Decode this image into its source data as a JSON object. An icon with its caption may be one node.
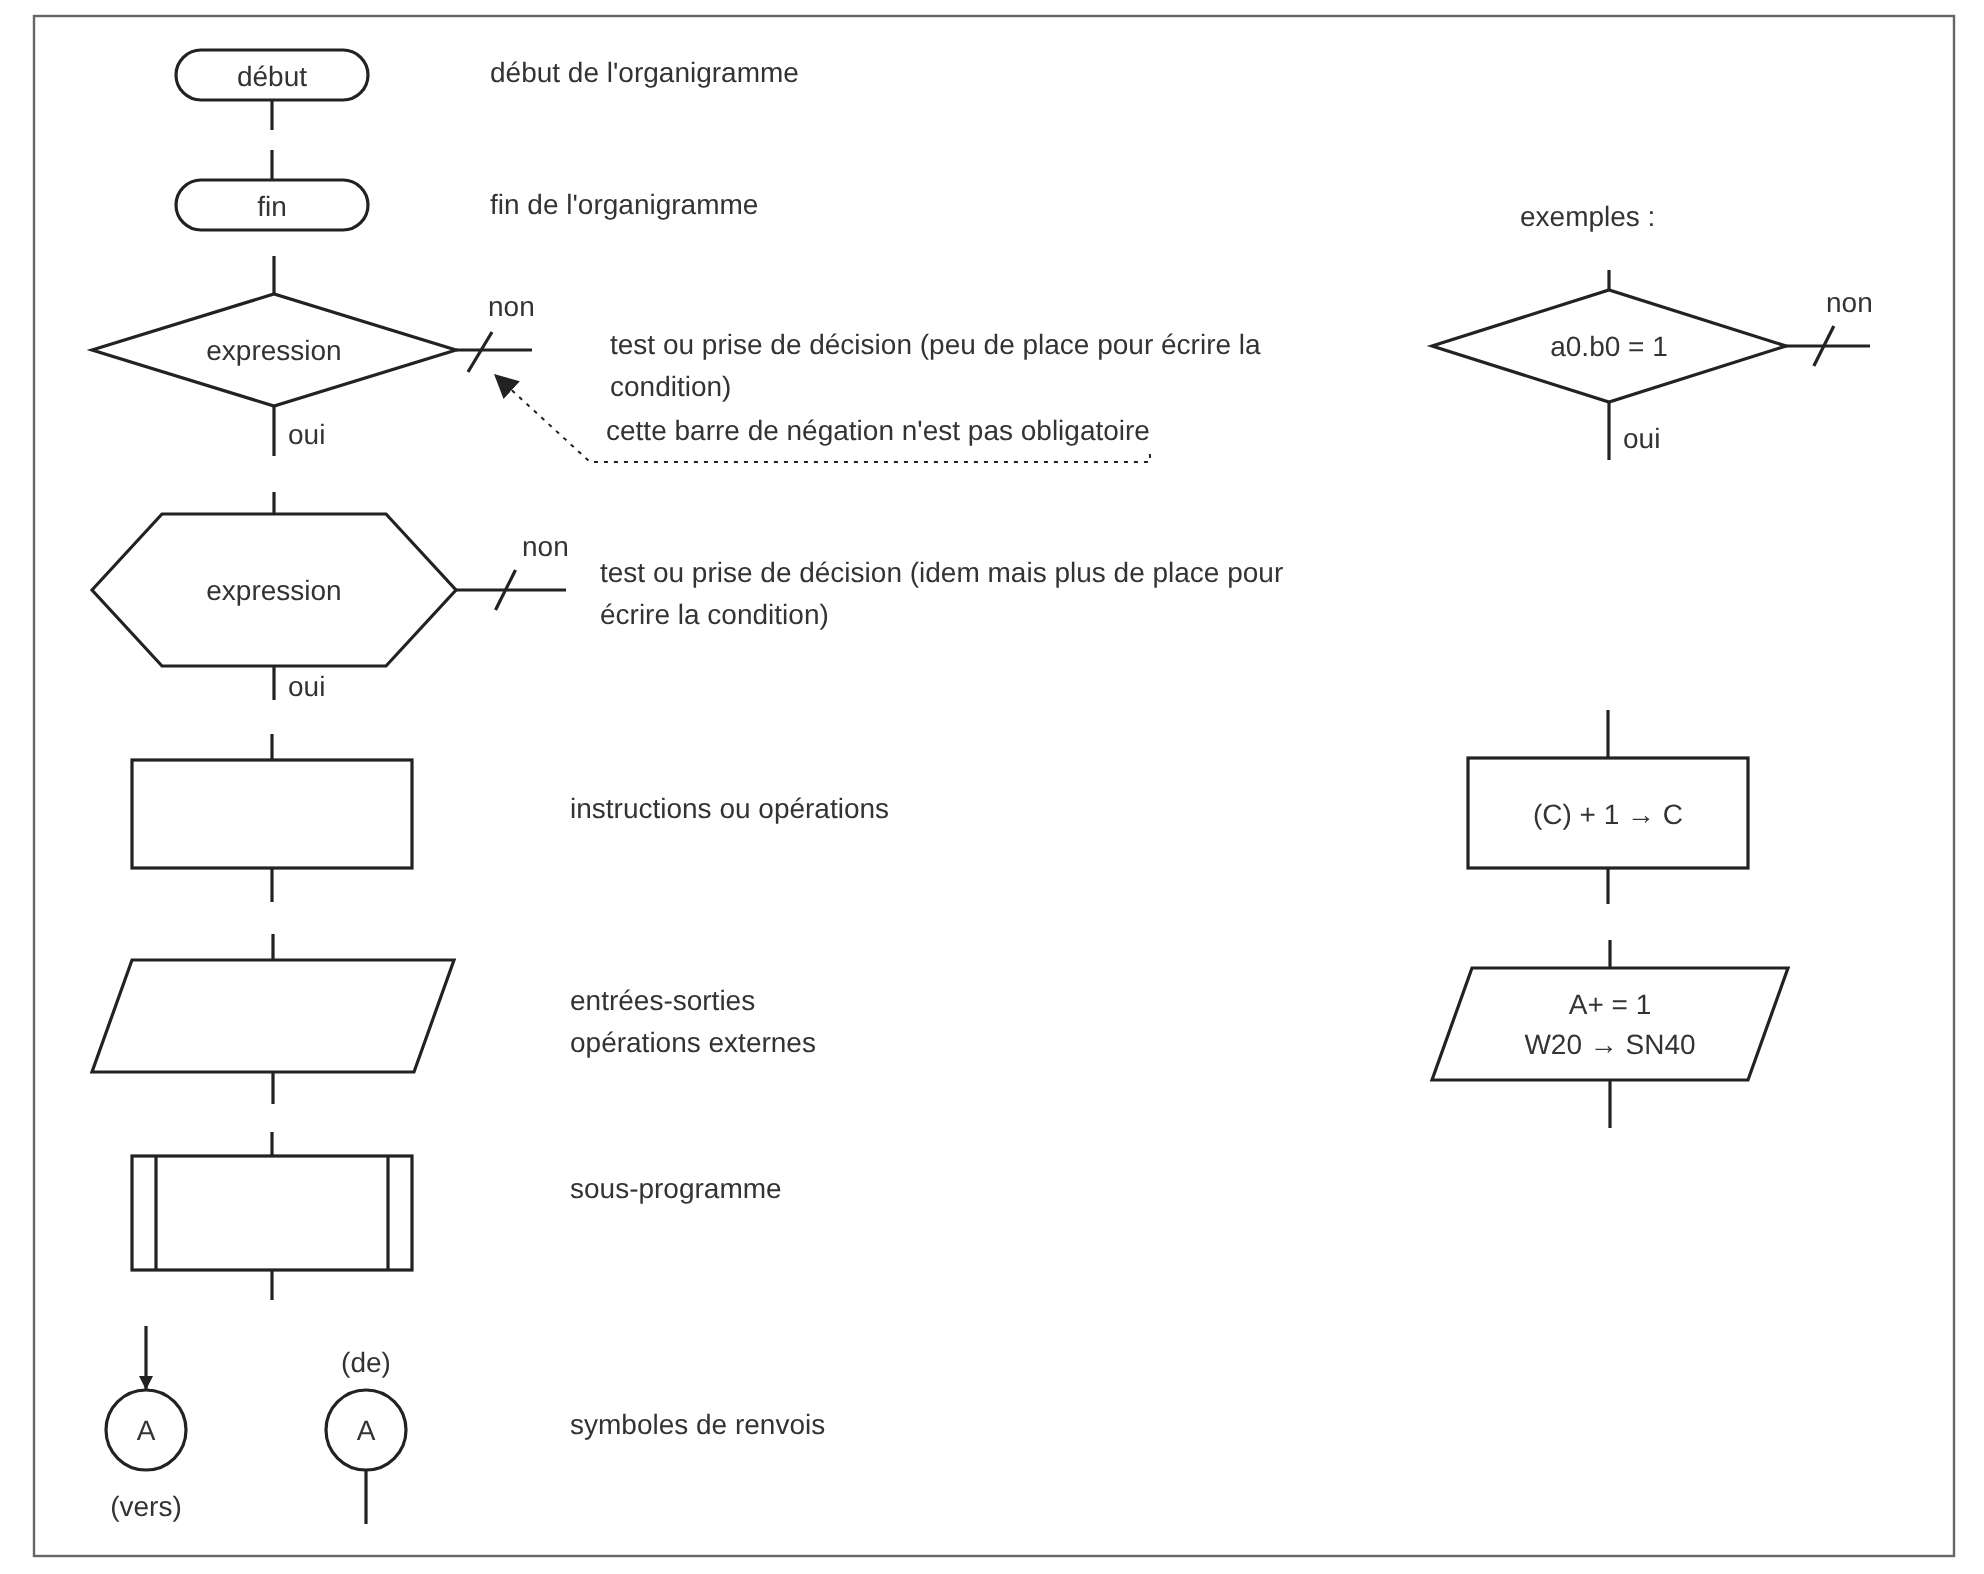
{
  "diagram": {
    "nodes": [
      {
        "text": [
          "début"
        ]
      },
      {
        "text": [
          "fin"
        ]
      },
      {
        "text": [
          "expression"
        ]
      },
      {
        "text": [
          "expression"
        ]
      },
      {
        "text": [],
        "shape": "box"
      },
      {
        "text": [],
        "shape": "parallelogram"
      },
      {
        "text": [],
        "shape": "box"
      },
      {
        "text": [
          "A"
        ],
        "beside": [
          "(vers)"
        ]
      },
      {
        "text": [
          "A"
        ],
        "beside": [
          "(de)"
        ]
      },
      {
        "text": [
          "a0.b0 = 1"
        ]
      },
      {
        "text": [
          "(C) + 1 → C"
        ]
      },
      {
        "text": [
          "A+ = 1",
          "W20 → SN40"
        ]
      },
      {
        "text": [
          "cette barre de négation n'est pas obligatoire"
        ]
      },
      {
        "text": [],
        "shape": "bar"
      }
    ],
    "edges": [
      {
        "from": 0,
        "to": null,
        "arrow": "none"
      },
      {
        "from": null,
        "to": 1,
        "arrow": "none"
      },
      {
        "from": null,
        "to": 2,
        "arrow": "none"
      },
      {
        "from": 2,
        "to": null,
        "arrow": "none",
        "label": "oui"
      },
      {
        "from": 2,
        "to": null,
        "arrow": "none",
        "label": "non"
      },
      {
        "from": null,
        "to": 3,
        "arrow": "none"
      },
      {
        "from": 3,
        "to": null,
        "arrow": "none",
        "label": "oui"
      },
      {
        "from": 3,
        "to": null,
        "arrow": "none",
        "label": "non"
      },
      {
        "from": null,
        "to": 4,
        "arrow": "none"
      },
      {
        "from": 4,
        "to": null,
        "arrow": "none"
      },
      {
        "from": null,
        "to": 5,
        "arrow": "none"
      },
      {
        "from": 5,
        "to": null,
        "arrow": "none"
      },
      {
        "from": null,
        "to": 6,
        "arrow": "none"
      },
      {
        "from": 6,
        "to": null,
        "arrow": "none"
      },
      {
        "from": null,
        "to": 7,
        "arrow": "to"
      },
      {
        "from": 8,
        "to": null,
        "arrow": "none"
      },
      {
        "from": null,
        "to": 9,
        "arrow": "none"
      },
      {
        "from": 9,
        "to": null,
        "arrow": "none",
        "label": "oui"
      },
      {
        "from": 9,
        "to": null,
        "arrow": "none",
        "label": "non"
      },
      {
        "from": null,
        "to": 10,
        "arrow": "none"
      },
      {
        "from": 10,
        "to": null,
        "arrow": "none"
      },
      {
        "from": null,
        "to": 11,
        "arrow": "none"
      },
      {
        "from": 11,
        "to": null,
        "arrow": "none"
      },
      {
        "from": 12,
        "to": 13,
        "arrow": "to",
        "style": "dashed"
      }
    ],
    "labels": [
      "début de l'organigramme",
      "fin de l'organigramme",
      "exemples :",
      "test ou prise de décision (peu de place pour écrire la condition)",
      "test ou prise de décision (idem mais plus de place pour écrire la condition)",
      "instructions ou opérations",
      "entrées-sorties opérations externes",
      "sous-programme",
      "symboles de renvois"
    ]
  }
}
